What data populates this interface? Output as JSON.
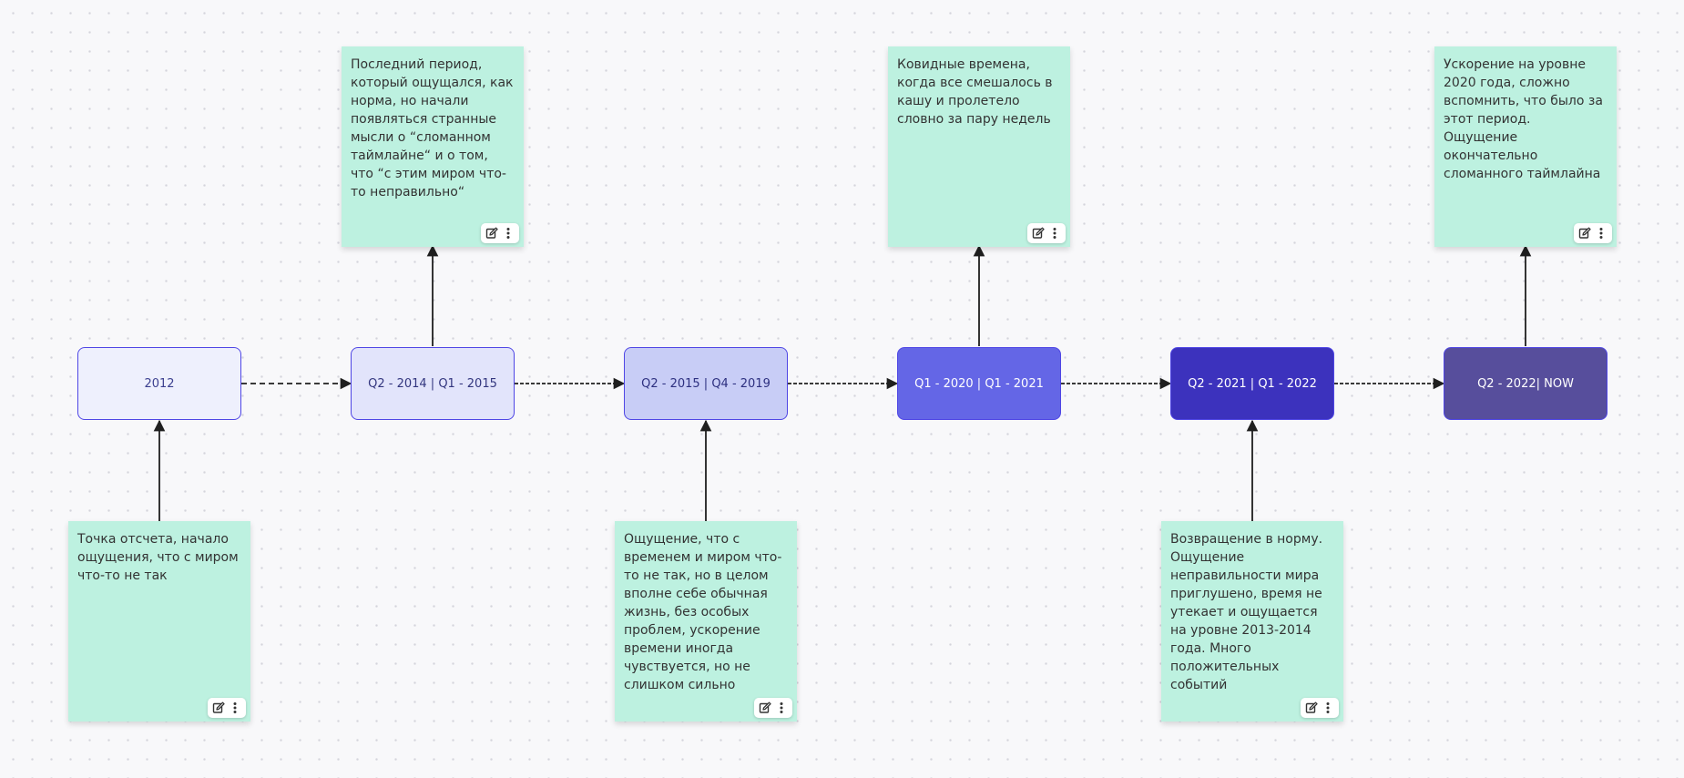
{
  "colors": {
    "canvas_bg": "#f8f8fa",
    "note_bg": "#bdf1e0",
    "node_border": "#4f46e5",
    "connector": "#1f1f1f"
  },
  "timeline": {
    "nodes": [
      {
        "id": "n1",
        "label": "2012",
        "fill": "#eef0fd",
        "text_color": "#3b3f8f"
      },
      {
        "id": "n2",
        "label": "Q2 - 2014 | Q1 - 2015",
        "fill": "#e2e4fb",
        "text_color": "#33367f"
      },
      {
        "id": "n3",
        "label": "Q2 - 2015 | Q4 - 2019",
        "fill": "#c8cdf6",
        "text_color": "#2d3080"
      },
      {
        "id": "n4",
        "label": "Q1 - 2020 | Q1 - 2021",
        "fill": "#6466e6",
        "text_color": "#ffffff"
      },
      {
        "id": "n5",
        "label": "Q2 - 2021 | Q1 - 2022",
        "fill": "#3c32bd",
        "text_color": "#ffffff"
      },
      {
        "id": "n6",
        "label": "Q2 - 2022| NOW",
        "fill": "#574e9c",
        "text_color": "#ffffff"
      }
    ],
    "notes": [
      {
        "id": "note-2012",
        "attached_to": "n1",
        "text": "Точка отсчета, начало ощущения, что с миром что-то не так"
      },
      {
        "id": "note-2014",
        "attached_to": "n2",
        "text": "Последний период, который ощущался, как норма, но начали появляться странные мысли о “сломанном таймлайне“ и о том, что “с этим миром что-то неправильно“"
      },
      {
        "id": "note-2015",
        "attached_to": "n3",
        "text": "Ощущение, что с временем и миром что-то не так, но в целом вполне себе обычная жизнь, без особых  проблем, ускорение времени иногда чувствуется, но не слишком сильно"
      },
      {
        "id": "note-2020",
        "attached_to": "n4",
        "text": "Ковидные времена, когда все смешалось в кашу и пролетело словно за пару недель"
      },
      {
        "id": "note-2021",
        "attached_to": "n5",
        "text": "Возвращение в норму. Ощущение неправильности мира приглушено, время не утекает и ощущается на уровне 2013-2014 года. Много положительных событий"
      },
      {
        "id": "note-2022",
        "attached_to": "n6",
        "text": "Ускорение на уровне 2020 года, сложно вспомнить, что было за этот период. Ощущение окончательно сломанного таймлайна"
      }
    ],
    "note_toolbar": {
      "edit_icon": "edit-icon",
      "more_icon": "more-vertical-icon"
    }
  }
}
